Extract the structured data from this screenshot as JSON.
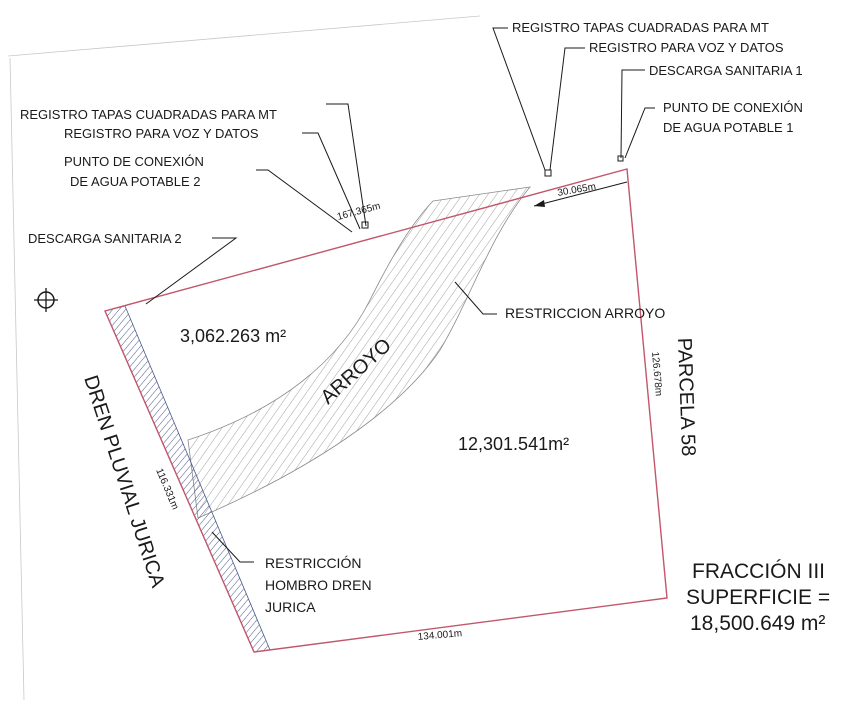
{
  "annotations": {
    "registro_mt_1": "REGISTRO TAPAS CUADRADAS PARA MT",
    "registro_voz_1": "REGISTRO PARA VOZ Y DATOS",
    "descarga_1": "DESCARGA SANITARIA 1",
    "agua_1_line1": "PUNTO DE CONEXIÓN",
    "agua_1_line2": "DE AGUA POTABLE 1",
    "registro_mt_2": "REGISTRO TAPAS CUADRADAS PARA MT",
    "registro_voz_2": "REGISTRO PARA VOZ Y DATOS",
    "agua_2_line1": "PUNTO DE CONEXIÓN",
    "agua_2_line2": "DE AGUA POTABLE 2",
    "descarga_2": "DESCARGA SANITARIA 2",
    "restriccion_arroyo": "RESTRICCION ARROYO",
    "restriccion_dren_line1": "RESTRICCIÓN",
    "restriccion_dren_line2": "HOMBRO DREN",
    "restriccion_dren_line3": "JURICA"
  },
  "dimensions": {
    "top_left": "167.365m",
    "top_right": "30.065m",
    "right": "126.678m",
    "left": "116.331m",
    "bottom": "134.001m"
  },
  "areas": {
    "small": "3,062.263 m²",
    "large": "12,301.541m²"
  },
  "labels": {
    "arroyo": "ARROYO",
    "parcela": "PARCELA 58",
    "dren": "DREN PLUVIAL JURICA"
  },
  "summary": {
    "line1": "FRACCIÓN III",
    "line2": "SUPERFICIE =",
    "line3": "18,500.649 m²"
  },
  "colors": {
    "boundary": "#c2566a",
    "hatch": "#8a8a8a",
    "dren_hatch": "#4a5a8a",
    "ink": "#1a1a1a"
  },
  "icons": {
    "north_marker": "crosshair-circle-icon"
  }
}
